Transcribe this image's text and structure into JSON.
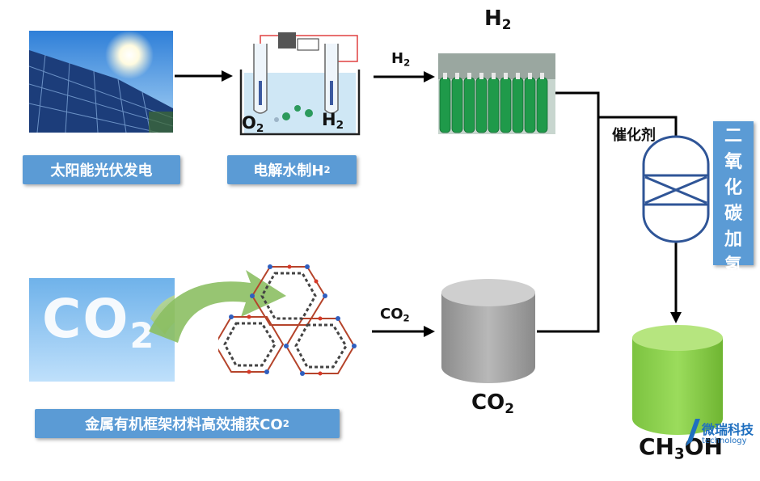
{
  "labels": {
    "solar": "太阳能光伏发电",
    "electrolysis_prefix": "电解水制H",
    "electrolysis_sub": "2",
    "mof_prefix": "金属有机框架材料高效捕获CO",
    "mof_sub": "2",
    "catalyst": "催化剂",
    "hydrogenation": [
      "二",
      "氧",
      "化",
      "碳",
      "加",
      "氢"
    ]
  },
  "chemicals": {
    "h2_title_main": "H",
    "h2_title_sub": "2",
    "h2_arrow_main": "H",
    "h2_arrow_sub": "2",
    "o2_main": "O",
    "o2_sub": "2",
    "h2_tank_main": "H",
    "h2_tank_sub": "2",
    "co2_arrow_main": "CO",
    "co2_arrow_sub": "2",
    "co2_tank_main": "CO",
    "co2_tank_sub": "2",
    "methanol_a": "CH",
    "methanol_sub": "3",
    "methanol_b": "OH",
    "co2_sky_main": "CO",
    "co2_sky_sub": "2"
  },
  "watermark": {
    "name": "微瑞科技",
    "sub": "technology"
  },
  "colors": {
    "label_bg": "#5b9bd5",
    "co2_tank": "#a6a6a6",
    "methanol_tank": "#8fd14f",
    "reactor": "#2f5597"
  }
}
